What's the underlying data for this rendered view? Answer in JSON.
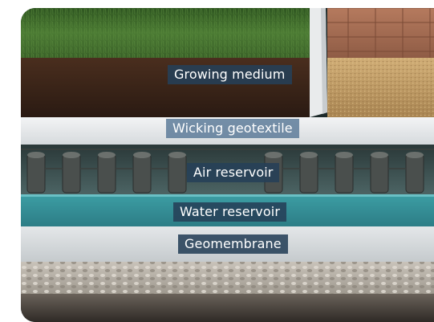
{
  "layers": {
    "growing_medium": "Growing medium",
    "wicking_geotextile": "Wicking geotextile",
    "air_reservoir": "Air reservoir",
    "water_reservoir": "Water reservoir",
    "geomembrane": "Geomembrane"
  },
  "colors": {
    "label_background": "#264058",
    "label_text": "#ffffff",
    "grass": "#3f6a2c",
    "soil": "#3a2418",
    "paver": "#a06a52",
    "fill_sand": "#c2a06a",
    "geotextile": "#e8eaec",
    "reservoir_water": "#3aa0a6",
    "geomembrane": "#d9dde0",
    "gravel": "#b9b3aa"
  }
}
